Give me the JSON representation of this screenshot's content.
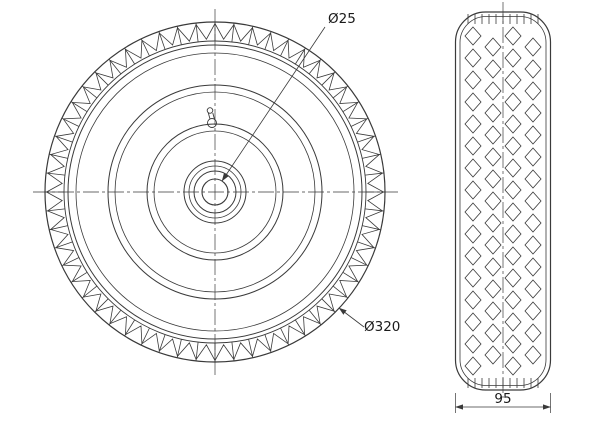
{
  "drawing": {
    "labels": {
      "bore_diameter": "Ø25",
      "outer_diameter": "Ø320",
      "width": "95"
    }
  },
  "colors": {
    "line": "#3a3a3a",
    "text": "#1a1a1a",
    "background": "#ffffff"
  }
}
